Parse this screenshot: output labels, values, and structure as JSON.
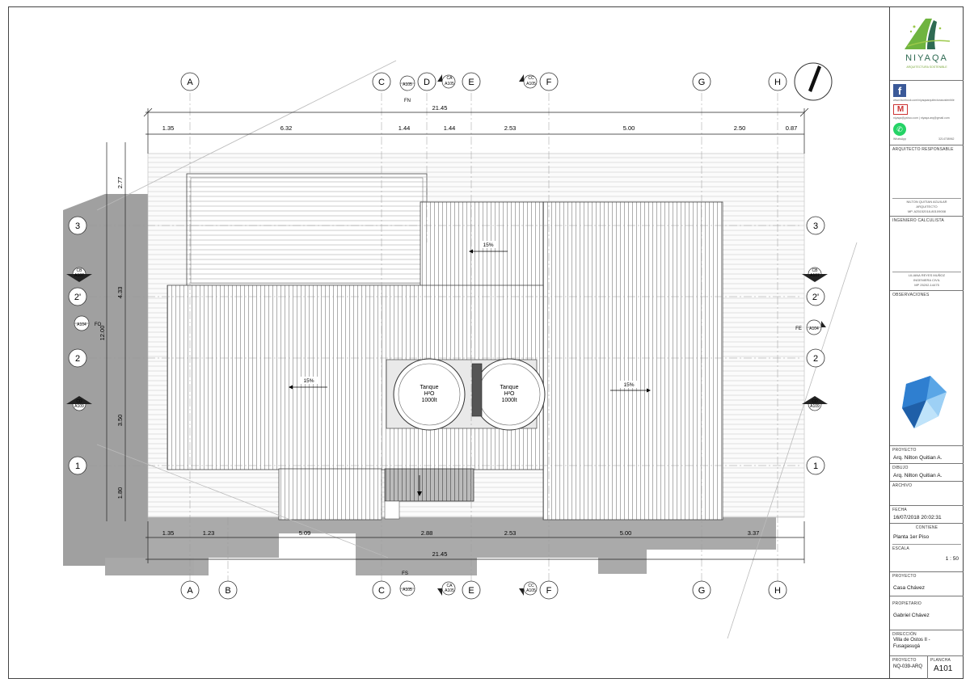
{
  "grid_top": [
    "A",
    "C",
    "D",
    "E",
    "F",
    "G",
    "H"
  ],
  "grid_bottom": [
    "A",
    "B",
    "C",
    "E",
    "F",
    "G",
    "H"
  ],
  "grid_left": [
    "3",
    "2'",
    "2",
    "1"
  ],
  "grid_right": [
    "3",
    "2'",
    "2",
    "1"
  ],
  "dims_top_total": "21.45",
  "dims_top": [
    "1.35",
    "6.32",
    "1.44",
    "1.44",
    "2.53",
    "5.00",
    "2.50",
    "0.87"
  ],
  "dims_bottom": [
    "1.35",
    "1.23",
    "5.09",
    "2.88",
    "2.53",
    "5.00",
    "3.37"
  ],
  "dims_bottom_total": "21.45",
  "dims_left": [
    "2.77",
    "4.33",
    "3.50",
    "1.80"
  ],
  "dims_left_total": "12.00",
  "section_marks": {
    "top_a105": "A105",
    "top_fn": "FN",
    "top_ca": "CA",
    "top_ca_ref": "A105",
    "top_cc": "CC",
    "top_cc_ref": "A105",
    "left_cb": "CB",
    "left_cb_ref": "A107",
    "left_fo_ref": "A104",
    "left_fo": "FO",
    "left_cd": "CD",
    "left_cd_ref": "A109",
    "right_cb": "CB",
    "right_cb_ref": "A107",
    "right_fe": "FE",
    "right_fe_ref": "A104",
    "right_cd": "CD",
    "right_cd_ref": "A109",
    "bottom_fs": "FS",
    "bottom_a105": "A105",
    "bottom_ca": "CA",
    "bottom_ca_ref": "A105",
    "bottom_cc": "CC",
    "bottom_cc_ref": "A105"
  },
  "slopes": [
    "15%",
    "15%",
    "15%"
  ],
  "tanks": [
    {
      "l1": "Tanque",
      "l2": "H²O",
      "l3": "1000lt"
    },
    {
      "l1": "Tanque",
      "l2": "H²O",
      "l3": "1000lt"
    }
  ],
  "title_block": {
    "brand": "NIYAQA",
    "brand_sub": "ARQUITECTURA SOSTENIBLE",
    "facebook": "www.facebook.com/niyaqaarquitecturasostenible",
    "email": "niyaqa@yahoo.com | niyaqa.arq@gmail.com",
    "whatsapp_label": "WhatsApp",
    "whatsapp_number": "3214708962",
    "arquitecto_label": "ARQUITECTO RESPONSABLE",
    "arquitecto_name": "NILTON QUITIAN AGUILAR",
    "arquitecto_title": "ARQUITECTO",
    "arquitecto_mp": "MP. A25152018-80109008",
    "ingeniero_label": "INGENIERO CALCULISTA",
    "ingeniero_name": "LILIANA REYES MUÑOZ",
    "ingeniero_title": "INGENIERA CIVIL",
    "ingeniero_mp": "MP 25202-14475",
    "observaciones_label": "OBSERVACIONES",
    "proyecto_label": "PROYECTO",
    "proyecto_val": "Arq. Nilton Quitian A.",
    "dibujo_label": "DIBUJO",
    "dibujo_val": "Arq. Nilton Quitian A.",
    "archivo_label": "ARCHIVO",
    "fecha_label": "FECHA",
    "fecha_val": "16/07/2018 20:02:31",
    "contiene_label": "CONTIENE",
    "contiene_val": "Planta 1er Piso",
    "escala_label": "ESCALA",
    "escala_val": "1 : 50",
    "proyecto2_label": "PROYECTO",
    "proyecto2_val": "Casa Chávez",
    "propietario_label": "PROPIETARIO",
    "propietario_val": "Gabriel Chávez",
    "direccion_label": "DIRECCIÓN",
    "direccion_val1": "Villa de Ostos II -",
    "direccion_val2": "Fusagasugá",
    "codigo_label": "PROYECTO",
    "codigo_val": "NQ-039-ARQ",
    "plancha_label": "PLANCHA",
    "plancha_val": "A101"
  },
  "colors": {
    "shadow": "#a8a8a8",
    "shadow_dark": "#8c8c8c",
    "line": "#333333",
    "brand": "#2e6a52",
    "brand_light": "#7aa83a",
    "logo_blue": "#2f7fd0"
  }
}
